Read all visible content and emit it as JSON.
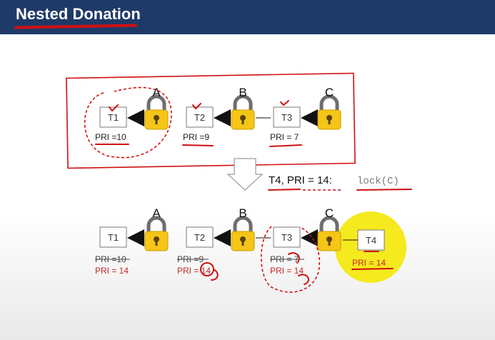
{
  "header": {
    "title": "Nested Donation"
  },
  "before": {
    "threads": [
      {
        "name": "T1",
        "pri": "PRI =10"
      },
      {
        "name": "T2",
        "pri": "PRI =9"
      },
      {
        "name": "T3",
        "pri": "PRI = 7"
      }
    ],
    "locks": [
      "A",
      "B",
      "C"
    ]
  },
  "transition": {
    "text": "T4, PRI = 14:",
    "code": "lock(C)"
  },
  "after": {
    "threads": [
      {
        "name": "T1",
        "pri_old": "PRI =10",
        "pri_new": "PRI = 14"
      },
      {
        "name": "T2",
        "pri_old": "PRI =9",
        "pri_new": "PRI = 14"
      },
      {
        "name": "T3",
        "pri_old": "PRI = 7",
        "pri_new": "PRI = 14"
      }
    ],
    "locks": [
      "A",
      "B",
      "C"
    ],
    "new_thread": {
      "name": "T4",
      "pri": "PRI = 14"
    }
  },
  "colors": {
    "header_bg": "#1f3a68",
    "lock_body": "#f5c518",
    "lock_shackle": "#6e6e6e",
    "annotation": "#d01010",
    "highlight": "#f4ea1e",
    "donated_pri": "#c62828"
  },
  "icons": [
    "padlock-icon",
    "arrow-left-icon",
    "down-arrow-icon"
  ]
}
